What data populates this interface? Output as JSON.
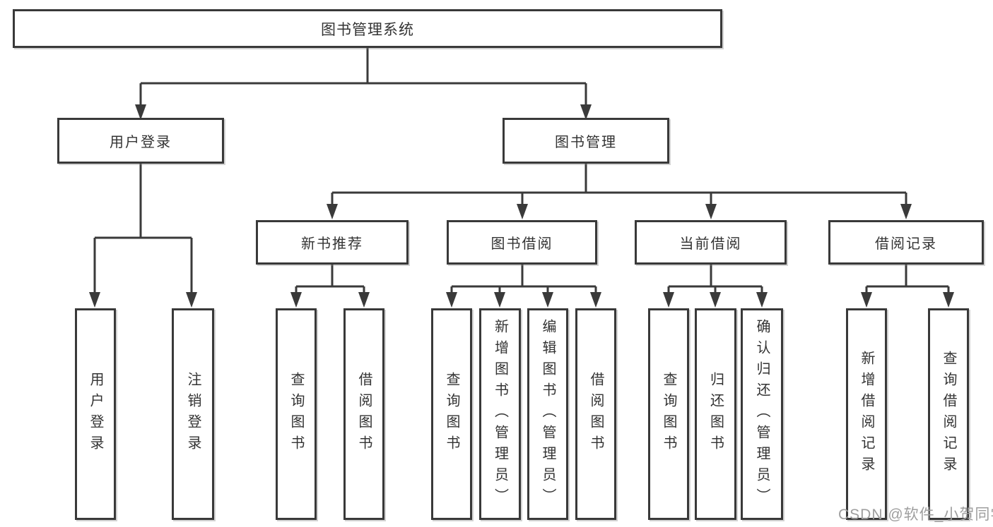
{
  "diagram": {
    "colors": {
      "line": "#3a3a3a",
      "node_border": "#393939",
      "node_fill": "#ffffff",
      "text": "#333333",
      "watermark": "#9e9e9e",
      "background": "#ffffff"
    },
    "tree": {
      "root": {
        "label": "图书管理系统"
      },
      "branches": [
        {
          "label": "用户登录",
          "children": [
            {
              "label": "用户登录"
            },
            {
              "label": "注销登录"
            }
          ]
        },
        {
          "label": "图书管理",
          "children": [
            {
              "label": "新书推荐",
              "children": [
                {
                  "label": "查询图书"
                },
                {
                  "label": "借阅图书"
                }
              ]
            },
            {
              "label": "图书借阅",
              "children": [
                {
                  "label": "查询图书"
                },
                {
                  "label": "新增图书（管理员）"
                },
                {
                  "label": "编辑图书（管理员）"
                },
                {
                  "label": "借阅图书"
                }
              ]
            },
            {
              "label": "当前借阅",
              "children": [
                {
                  "label": "查询图书"
                },
                {
                  "label": "归还图书"
                },
                {
                  "label": "确认归还（管理员）"
                }
              ]
            },
            {
              "label": "借阅记录",
              "children": [
                {
                  "label": "新增借阅记录"
                },
                {
                  "label": "查询借阅记录"
                }
              ]
            }
          ]
        }
      ]
    }
  },
  "watermark": {
    "text": "CSDN @软件_小贺同学"
  }
}
